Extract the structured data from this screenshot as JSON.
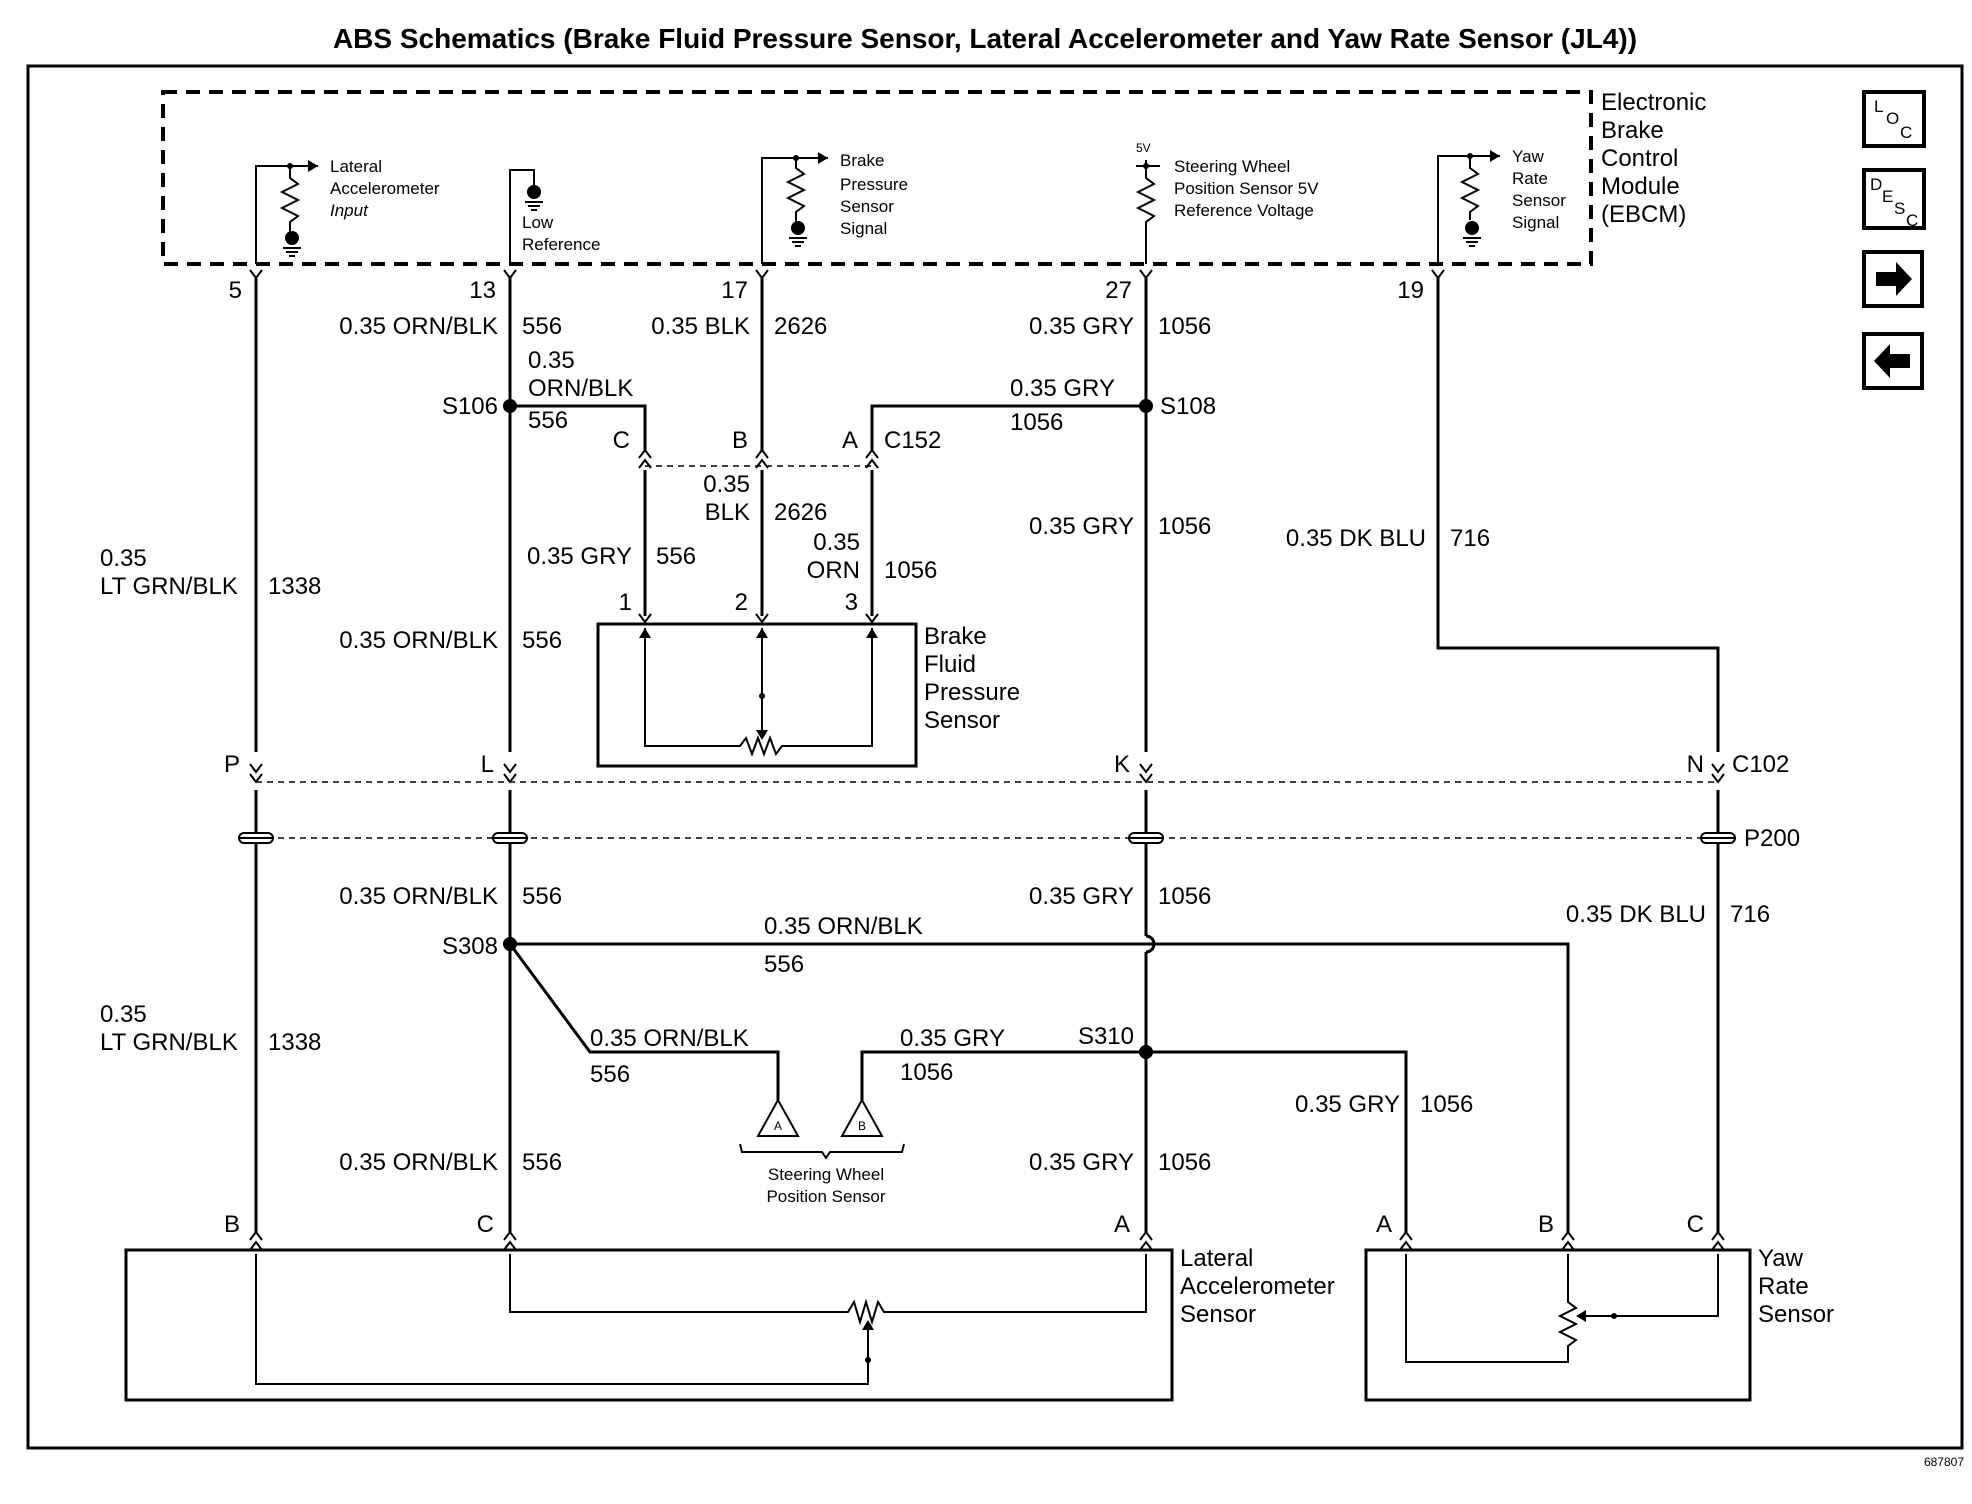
{
  "title": "ABS Schematics (Brake Fluid Pressure Sensor, Lateral Accelerometer and Yaw Rate Sensor (JL4))",
  "figure_id": "687807",
  "nav_icons": [
    "loc-icon",
    "desc-icon",
    "arrow-right-icon",
    "arrow-left-icon"
  ],
  "ebcm": {
    "name_lines": [
      "Electronic",
      "Brake",
      "Control",
      "Module",
      "(EBCM)"
    ],
    "lat_input": [
      "Lateral",
      "Accelerometer",
      "Input"
    ],
    "low_ref": [
      "Low",
      "Reference"
    ],
    "brake_signal": [
      "Brake",
      "Pressure",
      "Sensor",
      "Signal"
    ],
    "v5": "5V",
    "sw_ref": [
      "Steering Wheel",
      "Position Sensor 5V",
      "Reference Voltage"
    ],
    "yaw_signal": [
      "Yaw",
      "Rate",
      "Sensor",
      "Signal"
    ],
    "pins": [
      "5",
      "13",
      "17",
      "27",
      "19"
    ]
  },
  "wires": {
    "w5_size": "0.35",
    "w5_color": "LT GRN/BLK",
    "w5_circuit": "1338",
    "w13_size_color": "0.35 ORN/BLK",
    "w13_circuit": "556",
    "w17_size_color": "0.35 BLK",
    "w17_circuit": "2626",
    "w27_size_color": "0.35 GRY",
    "w27_circuit": "1056",
    "w19_size_color": "0.35 DK BLU",
    "w19_circuit": "716",
    "s106_size": "0.35",
    "s106_color": "ORN/BLK",
    "s106_circuit": "556",
    "s108_size_color": "0.35 GRY",
    "s108_circuit": "1056",
    "c_size_color": "0.35 GRY",
    "c_circuit": "556",
    "b_size": "0.35",
    "b_color": "BLK",
    "b_circuit": "2626",
    "a_size": "0.35",
    "a_color": "ORN",
    "a_circuit": "1056",
    "s308_h_size_color": "0.35 ORN/BLK",
    "s308_h_circuit": "556",
    "swa_size_color": "0.35 ORN/BLK",
    "swa_circuit": "556",
    "swb_size_color": "0.35 GRY",
    "swb_circuit": "1056",
    "yawa_size_color": "0.35 GRY",
    "yawa_circuit": "1056"
  },
  "splices": [
    "S106",
    "S108",
    "S308",
    "S310"
  ],
  "connectors": {
    "c152": "C152",
    "c152_pins": [
      "C",
      "B",
      "A"
    ],
    "c102": "C102",
    "c102_pins": [
      "P",
      "L",
      "K",
      "N"
    ],
    "p200": "P200",
    "bfps_pins": [
      "1",
      "2",
      "3"
    ],
    "lat_pins": [
      "B",
      "C",
      "A"
    ],
    "yaw_pins": [
      "A",
      "B",
      "C"
    ],
    "sw_pins": [
      "A",
      "B"
    ]
  },
  "components": {
    "bfps": [
      "Brake",
      "Fluid",
      "Pressure",
      "Sensor"
    ],
    "lat": [
      "Lateral",
      "Accelerometer",
      "Sensor"
    ],
    "yaw": [
      "Yaw",
      "Rate",
      "Sensor"
    ],
    "sw": [
      "Steering Wheel",
      "Position Sensor"
    ]
  }
}
